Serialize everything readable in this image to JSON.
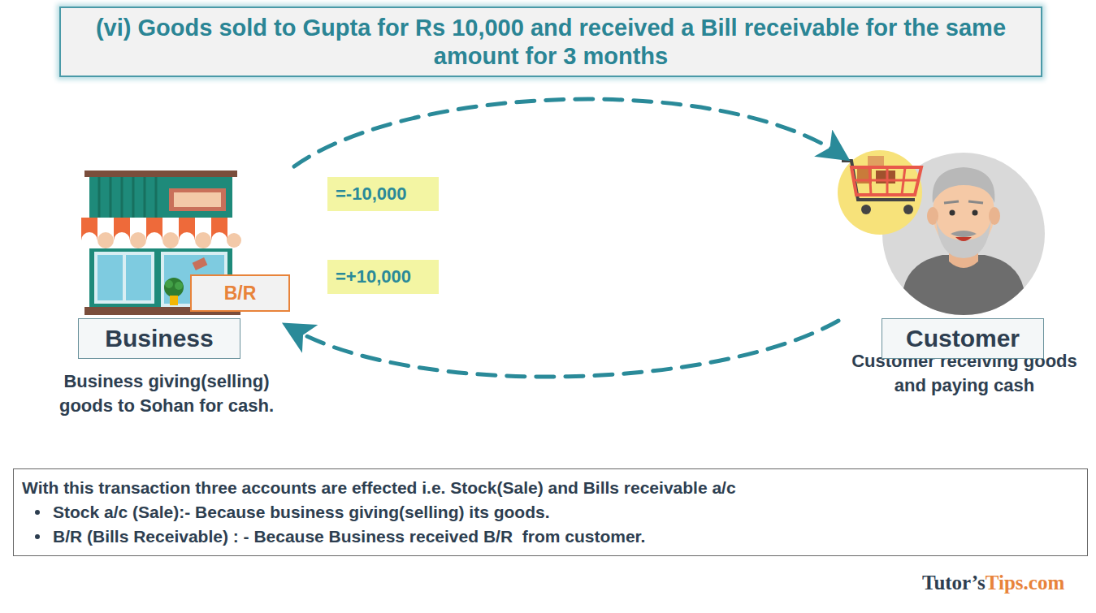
{
  "diagram": {
    "title": "(vi) Goods sold to Gupta for Rs 10,000 and received a Bill receivable for the same amount for 3 months",
    "nodes": [
      {
        "text": [
          "Business giving(selling) goods to Sohan for cash."
        ]
      },
      {
        "text": [
          "Business"
        ],
        "in": 0
      },
      {
        "text": [
          "B/R"
        ],
        "in": 0
      },
      {
        "text": [
          "=-10,000"
        ]
      },
      {
        "text": [
          "=+10,000"
        ]
      },
      {
        "text": [
          "Customer receiving goods and paying cash"
        ]
      },
      {
        "text": [
          "Customer"
        ],
        "in": 5
      },
      {
        "text": [
          "With this transaction three accounts are effected i.e. Stock(Sale) and Bills receivable a/c",
          "Stock a/c (Sale):- Because business giving(selling) its goods.",
          "B/R (Bills Receivable) : - Because Business received B/R  from customer."
        ]
      }
    ],
    "edges": [
      {
        "from": 0,
        "to": 5,
        "arrow": "to"
      },
      {
        "from": 5,
        "to": 0,
        "arrow": "to"
      }
    ],
    "labels": [
      "Tutor’s",
      "Tips.com"
    ]
  }
}
